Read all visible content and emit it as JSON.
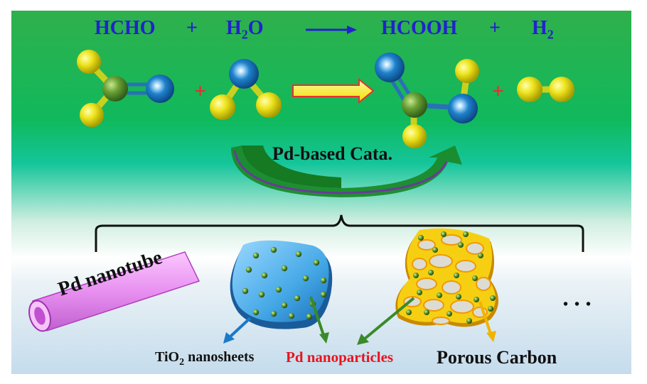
{
  "equation": {
    "reactant1": "HCHO",
    "plus1": "+",
    "reactant2_main": "H",
    "reactant2_sub": "2",
    "reactant2_tail": "O",
    "product1": "HCOOH",
    "plus2": "+",
    "product2_main": "H",
    "product2_sub": "2"
  },
  "catalyst_label": "Pd-based Cata.",
  "materials": {
    "nanotube": "Pd nanotube",
    "tio2_main": "TiO",
    "tio2_sub": "2",
    "tio2_tail": " nanosheets",
    "pd_np": "Pd nanoparticles",
    "porous_carbon": "Porous Carbon",
    "more": "• • •"
  },
  "colors": {
    "equation_text": "#2222cc",
    "plus_red": "#e03030",
    "pd_np_text": "#e8141e",
    "atom_yellow": "#e8e020",
    "atom_green": "#5a9a30",
    "atom_blue": "#1a7ac8",
    "nanosheet": "#4aaee6",
    "nanotube": "#e890f0",
    "porous_carbon": "#f5c800"
  }
}
